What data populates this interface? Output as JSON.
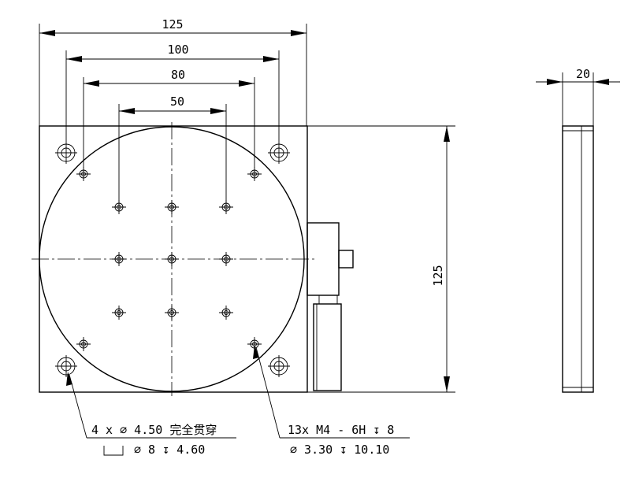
{
  "dimensions": {
    "width_125": "125",
    "width_100": "100",
    "width_80": "80",
    "width_50": "50",
    "height_125": "125",
    "thickness_20": "20"
  },
  "callouts": {
    "through_hole": {
      "line1": "4 x  ∅  4.50 完全贯穿",
      "line2": "∅ 8 ↧ 4.60",
      "counterbore_symbol": "⌴"
    },
    "tapped_hole": {
      "line1": "13x  M4 - 6H ↧ 8",
      "line2": "∅ 3.30 ↧ 10.10"
    }
  },
  "colors": {
    "line": "#000000",
    "background": "#ffffff"
  }
}
